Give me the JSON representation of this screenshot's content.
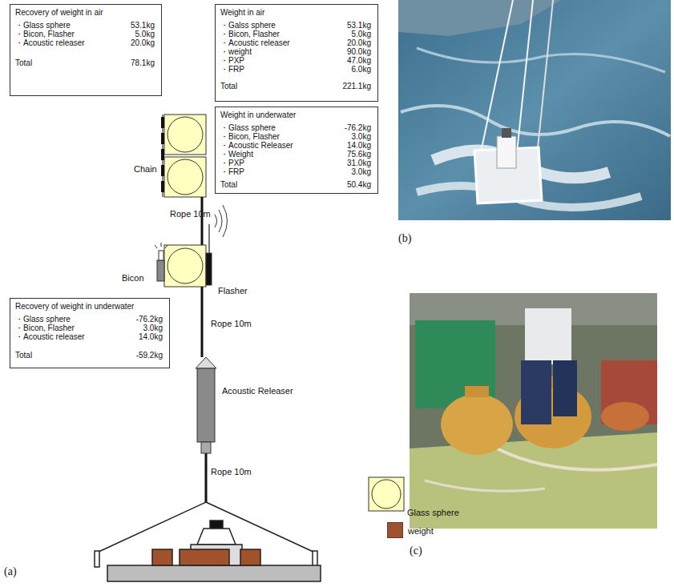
{
  "diagram": {
    "nodes": [
      {
        "text": [
          "Recovery of weight in air",
          "・Glass sphere",
          "53.1kg",
          "・Bicon, Flasher",
          "5.0kg",
          "・Acoustic releaser",
          "20.0kg",
          "Total",
          "78.1kg"
        ]
      },
      {
        "text": [
          "Weight in air",
          "・Galss sphere",
          "53.1kg",
          "・Bicon, Flasher",
          "5.0kg",
          "・Acoustic releaser",
          "20.0kg",
          "・weight",
          "90.0kg",
          "・PXP",
          "47.0kg",
          "・FRP",
          "6.0kg",
          "Total",
          "221.1kg"
        ]
      },
      {
        "text": [
          "Weight in underwater",
          "・Glass sphere",
          "-76.2kg",
          "・Bicon, Flasher",
          "3.0kg",
          "・Acoustic Releaser",
          "14.0kg",
          "・Weight",
          "75.6kg",
          "・PXP",
          "31.0kg",
          "・FRP",
          "3.0kg",
          "Total",
          "50.4kg"
        ]
      },
      {
        "text": [
          "Recovery of weight in underwater",
          "・Glass sphere",
          "-76.2kg",
          "・Bicon, Flasher",
          "3.0kg",
          "・Acoustic releaser",
          "14.0kg",
          "Total",
          "-59.2kg"
        ]
      }
    ],
    "labels": [
      "Chain",
      "Rope 10m",
      "Bicon",
      "Flasher",
      "Rope 10m",
      "Acoustic Releaser",
      "Rope 10m",
      "(a)",
      "(b)",
      "(c)"
    ],
    "legend": [
      {
        "text": "Glass sphere"
      },
      {
        "text": "weight",
        "color": "#a0522d"
      }
    ]
  }
}
